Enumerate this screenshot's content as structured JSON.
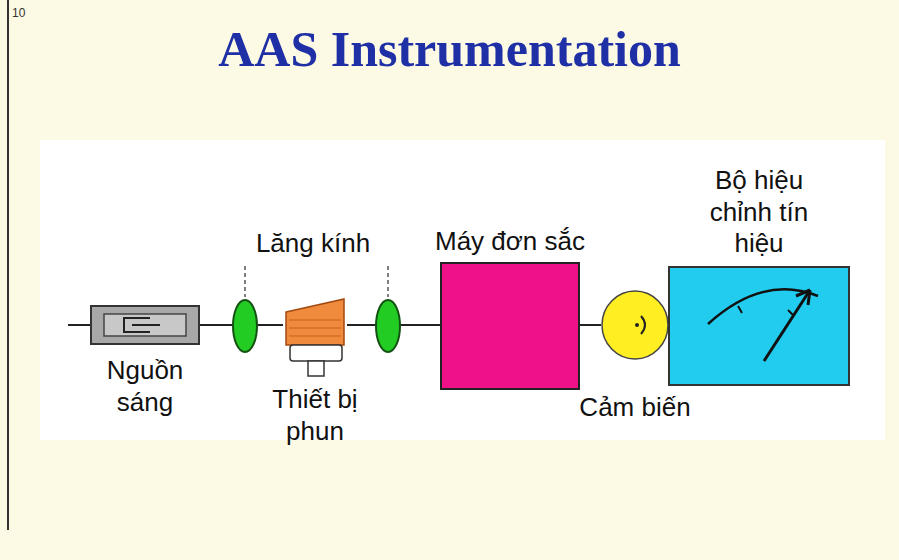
{
  "diagram": {
    "title": "AAS Instrumentation",
    "nodes": [
      {
        "text": [
          "Nguồn sáng"
        ]
      },
      {
        "text": [
          "Thiết bị phun"
        ]
      },
      {
        "text": [
          "Máy đơn sắc"
        ]
      },
      {
        "text": [
          "Cảm biến"
        ]
      },
      {
        "text": [
          "Bộ hiệu chỉnh tín hiệu"
        ]
      }
    ],
    "edges": [
      {
        "from": 0,
        "to": 1,
        "arrow": "none"
      },
      {
        "from": 1,
        "to": 2,
        "arrow": "none"
      },
      {
        "from": 2,
        "to": 3,
        "arrow": "none"
      },
      {
        "from": 3,
        "to": 4,
        "arrow": "none"
      }
    ],
    "labels": [
      "10",
      "Lăng kính"
    ]
  }
}
